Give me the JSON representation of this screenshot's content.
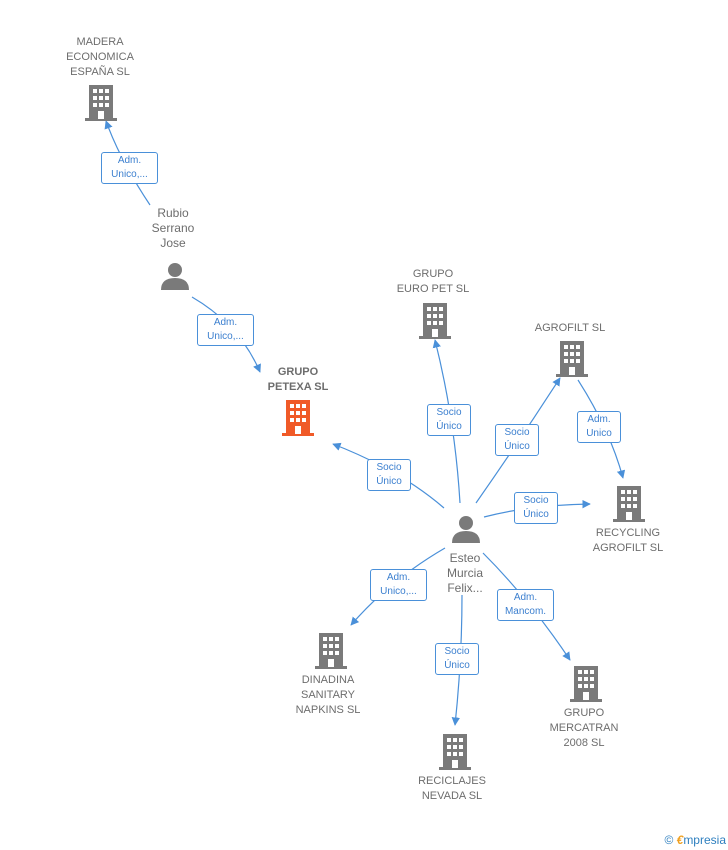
{
  "colors": {
    "accent": "#4a90d9",
    "node": "#7a7a7a",
    "highlight": "#f05a28"
  },
  "nodes": {
    "madera": "MADERA\nECONOMICA\nESPAÑA SL",
    "rubio": "Rubio\nSerrano\nJose",
    "petexa": "GRUPO\nPETEXA SL",
    "europet": "GRUPO\nEURO PET SL",
    "agrofilt": "AGROFILT SL",
    "recycling": "RECYCLING\nAGROFILT SL",
    "esteo": "Esteo\nMurcia\nFelix...",
    "dinadina": "DINADINA\nSANITARY\nNAPKINS SL",
    "reciclajes": "RECICLAJES\nNEVADA SL",
    "mercatran": "GRUPO\nMERCATRAN\n2008 SL"
  },
  "edges": {
    "rubio_madera": "Adm.\nUnico,...",
    "rubio_petexa": "Adm.\nUnico,...",
    "esteo_europet": "Socio\nÚnico",
    "esteo_petexa": "Socio\nÚnico",
    "esteo_agrofilt": "Socio\nÚnico",
    "agrofilt_recycling": "Adm.\nUnico",
    "esteo_recycling": "Socio\nÚnico",
    "esteo_dinadina": "Adm.\nUnico,...",
    "esteo_mercatran": "Adm.\nMancom.",
    "esteo_reciclajes": "Socio\nÚnico"
  },
  "footer": {
    "copyright": "©",
    "brand_e": "€",
    "brand_rest": "mpresia"
  }
}
